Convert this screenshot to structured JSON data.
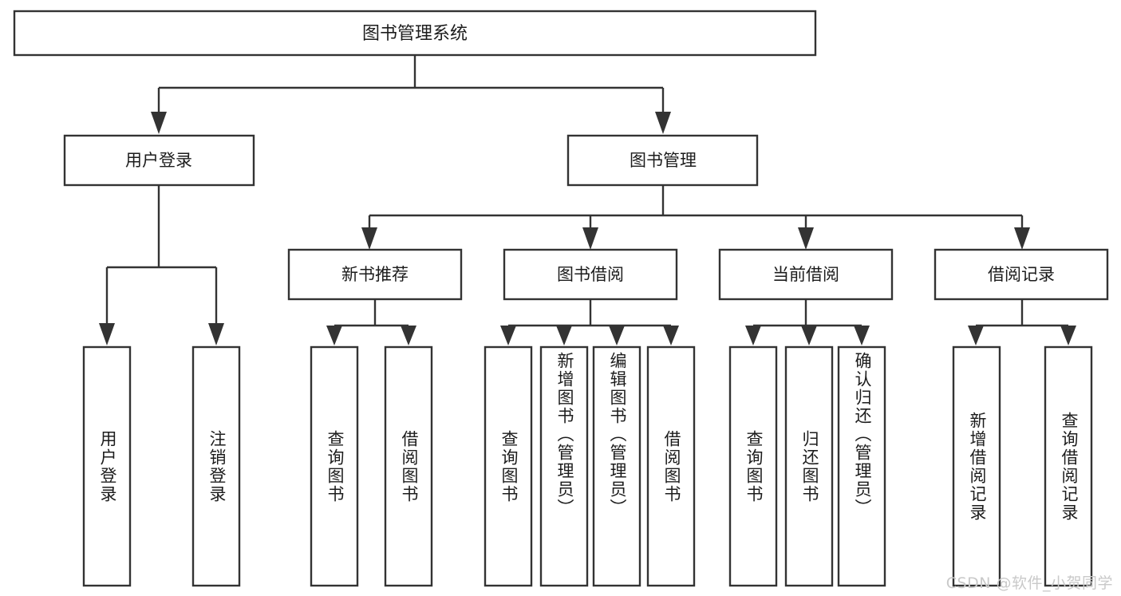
{
  "diagram": {
    "type": "tree-hierarchy",
    "title": "图书管理系统",
    "watermark": "CSDN @软件_小贺同学",
    "colors": {
      "stroke": "#333333",
      "box_fill": "#ffffff",
      "text": "#1c1c1c",
      "watermark": "#c9c9c9",
      "background": "#ffffff"
    },
    "root": {
      "label": "图书管理系统"
    },
    "level2": [
      {
        "label": "用户登录"
      },
      {
        "label": "图书管理"
      }
    ],
    "level3": [
      {
        "label": "新书推荐"
      },
      {
        "label": "图书借阅"
      },
      {
        "label": "当前借阅"
      },
      {
        "label": "借阅记录"
      }
    ],
    "leaves": {
      "user_login": [
        {
          "label": "用户登录"
        },
        {
          "label": "注销登录"
        }
      ],
      "new_book_recommend": [
        {
          "label": "查询图书"
        },
        {
          "label": "借阅图书"
        }
      ],
      "book_borrow": [
        {
          "label": "查询图书"
        },
        {
          "label": "新增图书（管理员）"
        },
        {
          "label": "编辑图书（管理员）"
        },
        {
          "label": "借阅图书"
        }
      ],
      "current_borrow": [
        {
          "label": "查询图书"
        },
        {
          "label": "归还图书"
        },
        {
          "label": "确认归还（管理员）"
        }
      ],
      "borrow_record": [
        {
          "label": "新增借阅记录"
        },
        {
          "label": "查询借阅记录"
        }
      ]
    }
  }
}
